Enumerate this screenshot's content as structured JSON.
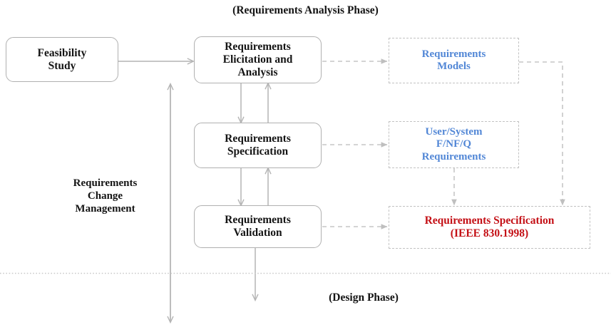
{
  "diagram": {
    "title_top": "(Requirements Analysis Phase)",
    "title_bottom": "(Design Phase)",
    "side_label": "Requirements\nChange\nManagement",
    "colors": {
      "blue": "#5287D6",
      "red": "#C41016",
      "box_border": "#b0b0b0",
      "dashed_border": "#c2c2c2",
      "arrow": "#b4b4b4",
      "text": "#141414"
    },
    "process_boxes": [
      {
        "id": "feasibility-study",
        "line1": "Feasibility",
        "line2": "Study",
        "line3": ""
      },
      {
        "id": "requirements-elicitation-and-analysis",
        "line1": "Requirements",
        "line2": "Elicitation and",
        "line3": "Analysis"
      },
      {
        "id": "requirements-specification",
        "line1": "Requirements",
        "line2": "Specification",
        "line3": ""
      },
      {
        "id": "requirements-validation",
        "line1": "Requirements",
        "line2": "Validation",
        "line3": ""
      }
    ],
    "artifact_boxes": [
      {
        "id": "requirements-models",
        "line1": "Requirements",
        "line2": "Models",
        "line3": "",
        "color": "blue"
      },
      {
        "id": "user-system-requirements",
        "line1": "User/System",
        "line2": "F/NF/Q",
        "line3": "Requirements",
        "color": "blue"
      },
      {
        "id": "requirements-specification-ieee",
        "line1": "Requirements Specification",
        "line2": "(IEEE 830.1998)",
        "line3": "",
        "color": "red"
      }
    ]
  }
}
